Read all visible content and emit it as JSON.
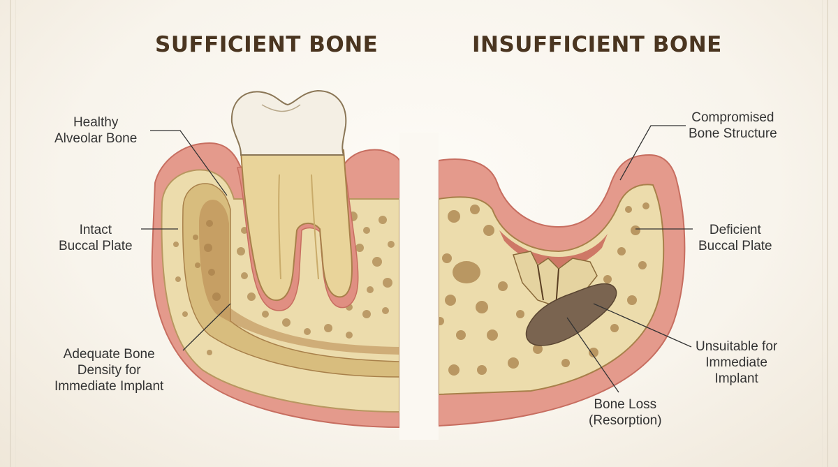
{
  "titles": {
    "left": "SUFFICIENT BONE",
    "right": "INSUFFICIENT BONE"
  },
  "left_panel": {
    "labels": {
      "healthy_alveolar": [
        "Healthy",
        "Alveolar Bone"
      ],
      "intact_buccal": [
        "Intact",
        "Buccal Plate"
      ],
      "adequate_density": [
        "Adequate Bone",
        "Density for",
        "Immediate Implant"
      ]
    }
  },
  "right_panel": {
    "labels": {
      "compromised": [
        "Compromised",
        "Bone Structure"
      ],
      "deficient_buccal": [
        "Deficient",
        "Buccal Plate"
      ],
      "unsuitable": [
        "Unsuitable for",
        "Immediate",
        "Implant"
      ],
      "bone_loss": [
        "Bone Loss",
        "(Resorption)"
      ]
    }
  },
  "colors": {
    "gum": "#e49a8c",
    "gum_dark": "#d07a6c",
    "bone": "#ecdcac",
    "bone_pore": "#a8804a",
    "tooth_crown": "#f4efe4",
    "tooth_root": "#e9d49a",
    "loss_area": "#7a6450",
    "title": "#4a3520"
  }
}
